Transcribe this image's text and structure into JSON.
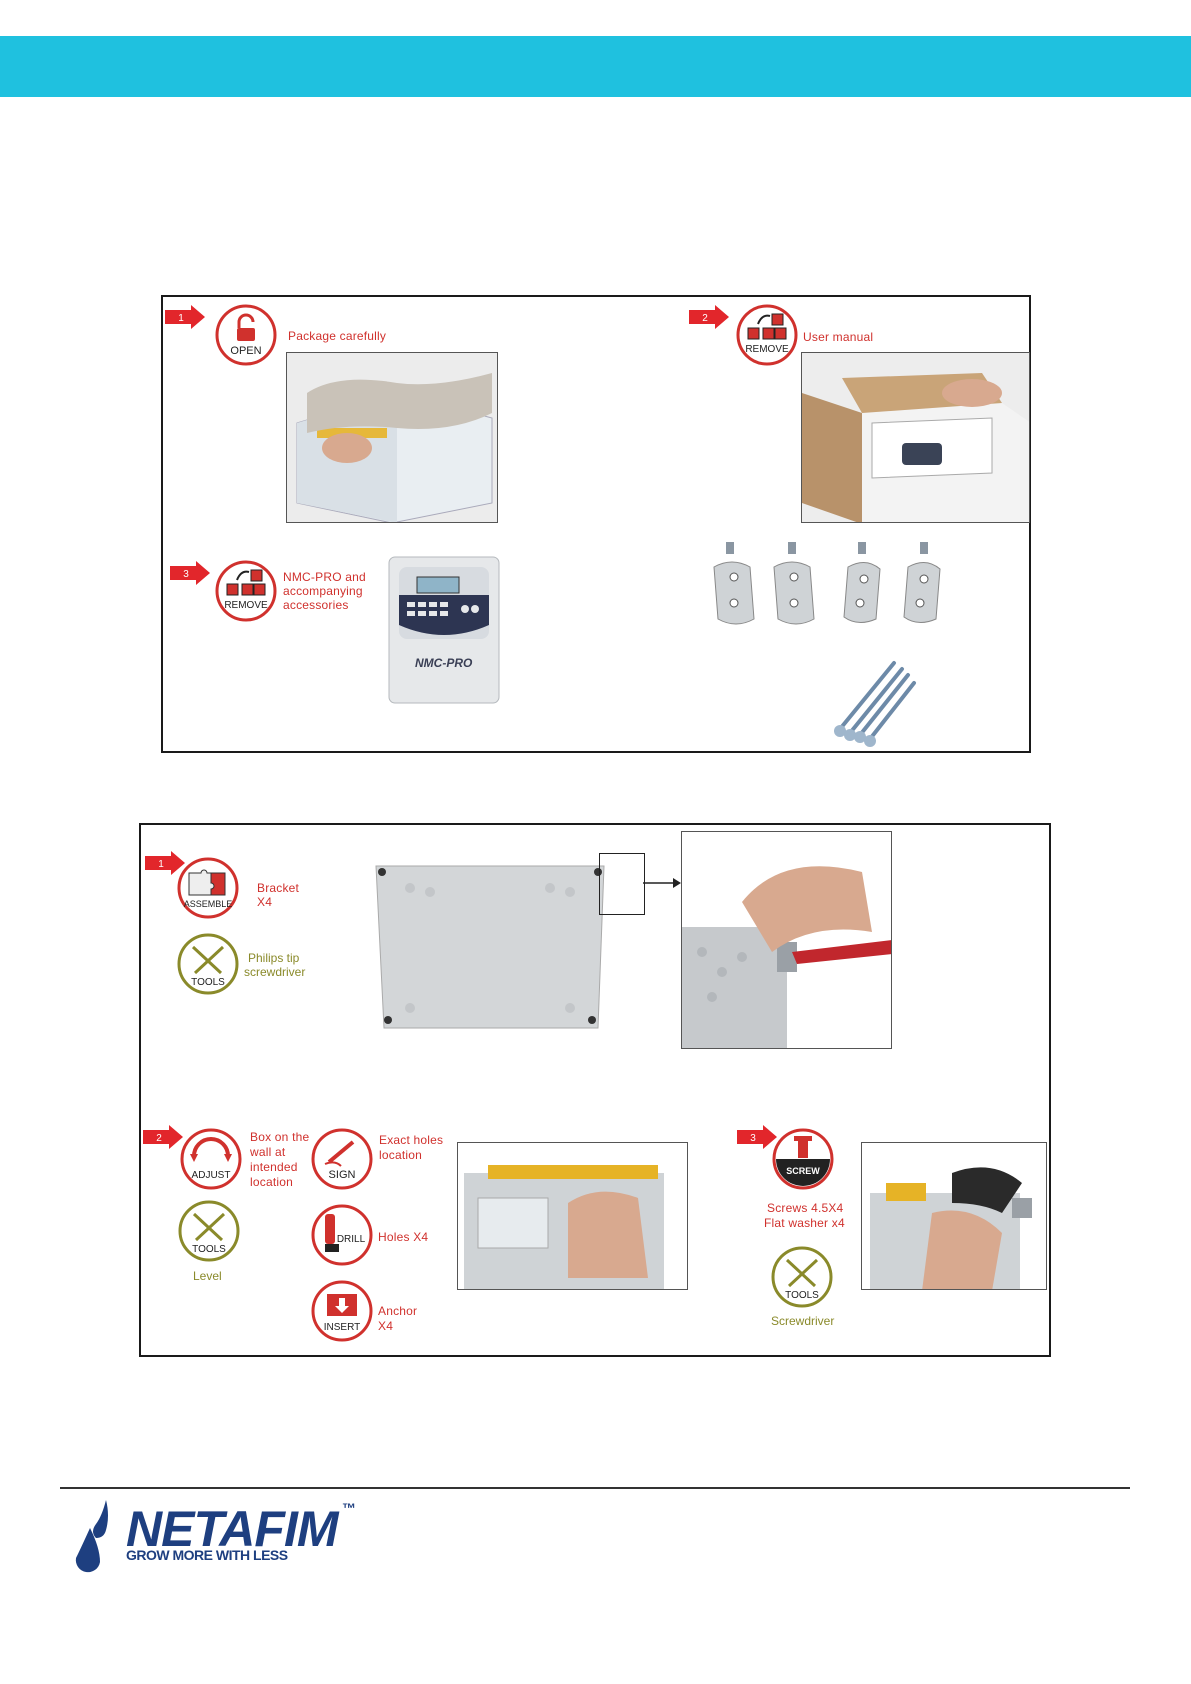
{
  "header": {
    "bar_color": "#1fc1df"
  },
  "unpacking": {
    "step1": {
      "number": "1",
      "icon_label": "OPEN",
      "caption": "Package carefully"
    },
    "step2": {
      "number": "2",
      "icon_label": "REMOVE",
      "caption": "User manual"
    },
    "step3": {
      "number": "3",
      "icon_label": "REMOVE",
      "caption_lines": [
        "NMC-PRO and",
        "accompanying",
        "accessories"
      ]
    },
    "product": {
      "name": "NMC-PRO"
    }
  },
  "mounting": {
    "step1": {
      "number": "1",
      "assemble": {
        "icon_label": "ASSEMBLE",
        "caption_lines": [
          "Bracket",
          "X4"
        ]
      },
      "tools": {
        "icon_label": "TOOLS",
        "caption_lines": [
          "Philips tip",
          "screwdriver"
        ]
      }
    },
    "step2": {
      "number": "2",
      "adjust": {
        "icon_label": "ADJUST",
        "caption_lines": [
          "Box on the",
          "wall at",
          "intended",
          "location"
        ]
      },
      "tools": {
        "icon_label": "TOOLS",
        "caption": "Level"
      },
      "sign": {
        "icon_label": "SIGN",
        "caption_lines": [
          "Exact holes",
          "location"
        ]
      },
      "drill": {
        "icon_label": "DRILL",
        "caption": "Holes X4"
      },
      "insert": {
        "icon_label": "INSERT",
        "caption_lines": [
          "Anchor",
          "X4"
        ]
      }
    },
    "step3": {
      "number": "3",
      "screw": {
        "icon_label": "SCREW",
        "caption_lines": [
          "Screws 4.5X4",
          "Flat washer x4"
        ]
      },
      "tools": {
        "icon_label": "TOOLS",
        "caption": "Screwdriver"
      }
    }
  },
  "footer": {
    "brand": "NETAFIM",
    "trademark": "™",
    "tagline": "GROW MORE WITH LESS"
  },
  "colors": {
    "accent_red": "#d0312d",
    "olive": "#8a8a2a",
    "brand_blue": "#1e3f80",
    "cyan": "#1fc1df"
  }
}
